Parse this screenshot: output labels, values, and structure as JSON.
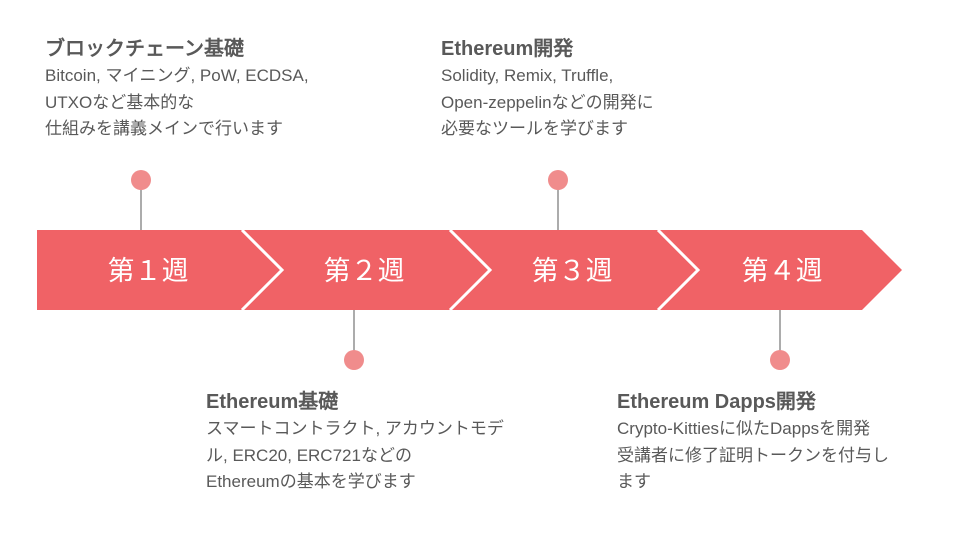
{
  "weeks": [
    {
      "label": "第１週",
      "heading": "ブロックチェーン基礎",
      "lines": [
        "Bitcoin, マイニング, PoW, ECDSA,",
        "UTXOなど基本的な",
        "仕組みを講義メインで行います"
      ]
    },
    {
      "label": "第２週",
      "heading": "Ethereum基礎",
      "lines": [
        "スマートコントラクト, アカウントモデ",
        "ル, ERC20, ERC721などの",
        "Ethereumの基本を学びます"
      ]
    },
    {
      "label": "第３週",
      "heading": "Ethereum開発",
      "lines": [
        "Solidity, Remix, Truffle,",
        "Open-zeppelinなどの開発に",
        "必要なツールを学びます"
      ]
    },
    {
      "label": "第４週",
      "heading": "Ethereum Dapps開発",
      "lines": [
        "Crypto-Kittiesに似たDappsを開発",
        "受講者に修了証明トークンを付与し",
        "ます"
      ]
    }
  ],
  "colors": {
    "arrow": "#f06266",
    "marker": "#f08c8c",
    "connector": "#595959",
    "text": "#595959",
    "arrow_text": "#ffffff"
  }
}
